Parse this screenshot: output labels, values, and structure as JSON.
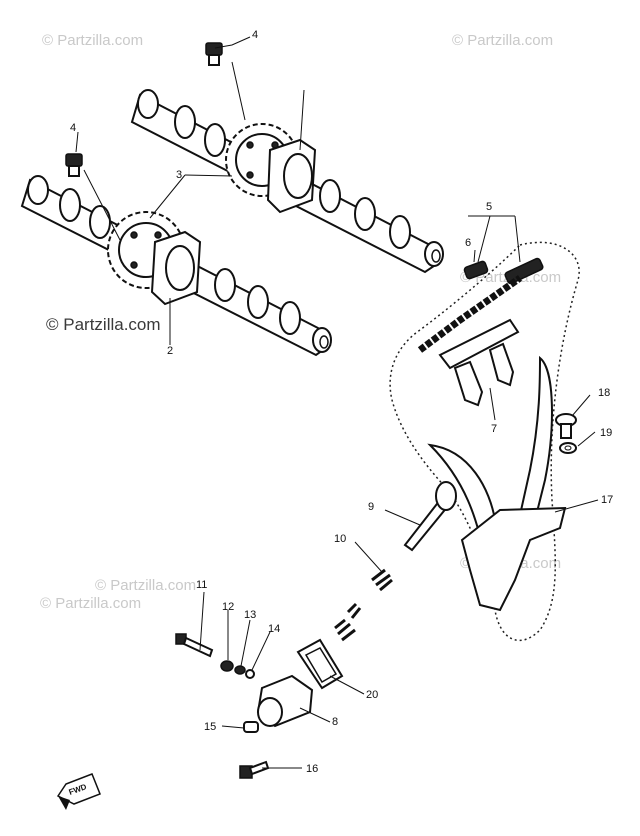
{
  "watermarks": {
    "brand": "© Partzilla.com"
  },
  "callouts": {
    "c2": "2",
    "c3": "3",
    "c4a": "4",
    "c4b": "4",
    "c5": "5",
    "c6": "6",
    "c7": "7",
    "c8": "8",
    "c9": "9",
    "c10": "10",
    "c11": "11",
    "c12": "12",
    "c13": "13",
    "c14": "14",
    "c15": "15",
    "c16": "16",
    "c17": "17",
    "c18": "18",
    "c19": "19",
    "c20": "20"
  },
  "fwd_label": "FWD"
}
